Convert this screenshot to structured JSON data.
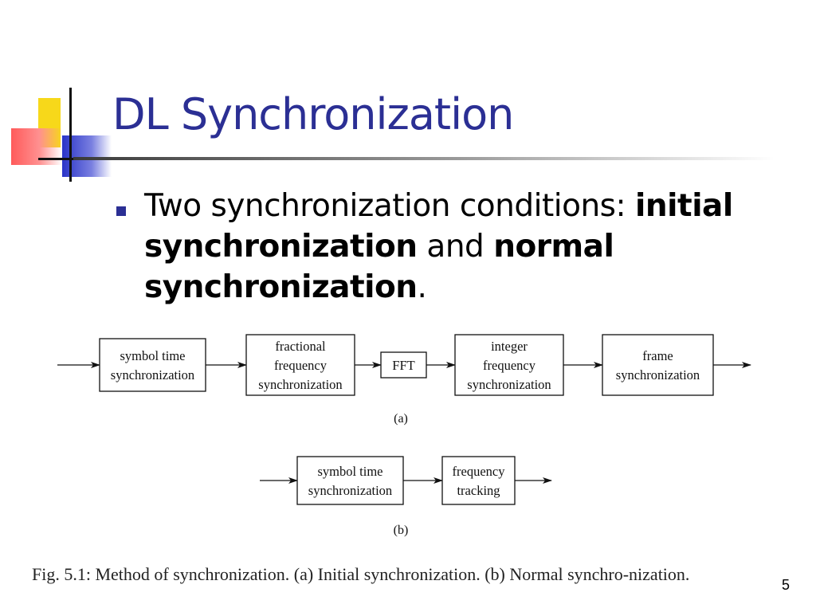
{
  "slide": {
    "title": "DL Synchronization",
    "bullet": {
      "prefix": "Two synchronization conditions: ",
      "bold1": "initial synchronization",
      "middle": " and ",
      "bold2": "normal synchronization",
      "suffix": "."
    },
    "page_number": "5",
    "colors": {
      "title": "#2b2f94",
      "bullet": "#2b2f94",
      "accent_yellow": "#f7d81a",
      "accent_red": "#ff5a5a",
      "accent_blue": "#2a34c8"
    }
  },
  "figure": {
    "row_a": {
      "label": "(a)",
      "blocks": [
        {
          "lines": [
            "symbol time",
            "synchronization"
          ]
        },
        {
          "lines": [
            "fractional",
            "frequency",
            "synchronization"
          ]
        },
        {
          "lines": [
            "FFT"
          ]
        },
        {
          "lines": [
            "integer",
            "frequency",
            "synchronization"
          ]
        },
        {
          "lines": [
            "frame",
            "synchronization"
          ]
        }
      ]
    },
    "row_b": {
      "label": "(b)",
      "blocks": [
        {
          "lines": [
            "symbol time",
            "synchronization"
          ]
        },
        {
          "lines": [
            "frequency",
            "tracking"
          ]
        }
      ]
    },
    "caption": "Fig. 5.1: Method of synchronization. (a) Initial synchronization. (b) Normal synchro-nization."
  }
}
